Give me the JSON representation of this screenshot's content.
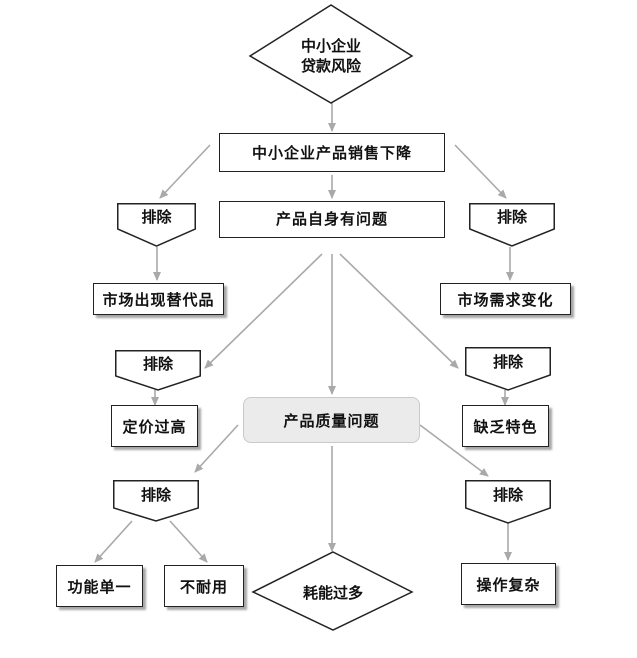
{
  "diagram": {
    "top": "中小企业\n贷款风险",
    "sales_drop": "中小企业产品销售下降",
    "product_problem": "产品自身有问题",
    "exclude": "排除",
    "substitute": "市场出现替代品",
    "demand_change": "市场需求变化",
    "overpriced": "定价过高",
    "quality": "产品质量问题",
    "no_feature": "缺乏特色",
    "single_function": "功能单一",
    "not_durable": "不耐用",
    "high_consumption": "耗能过多",
    "complex_operation": "操作复杂"
  },
  "colors": {
    "arrow": "#a9a9a9",
    "border": "#222222",
    "rounded_fill": "#ebebeb"
  }
}
